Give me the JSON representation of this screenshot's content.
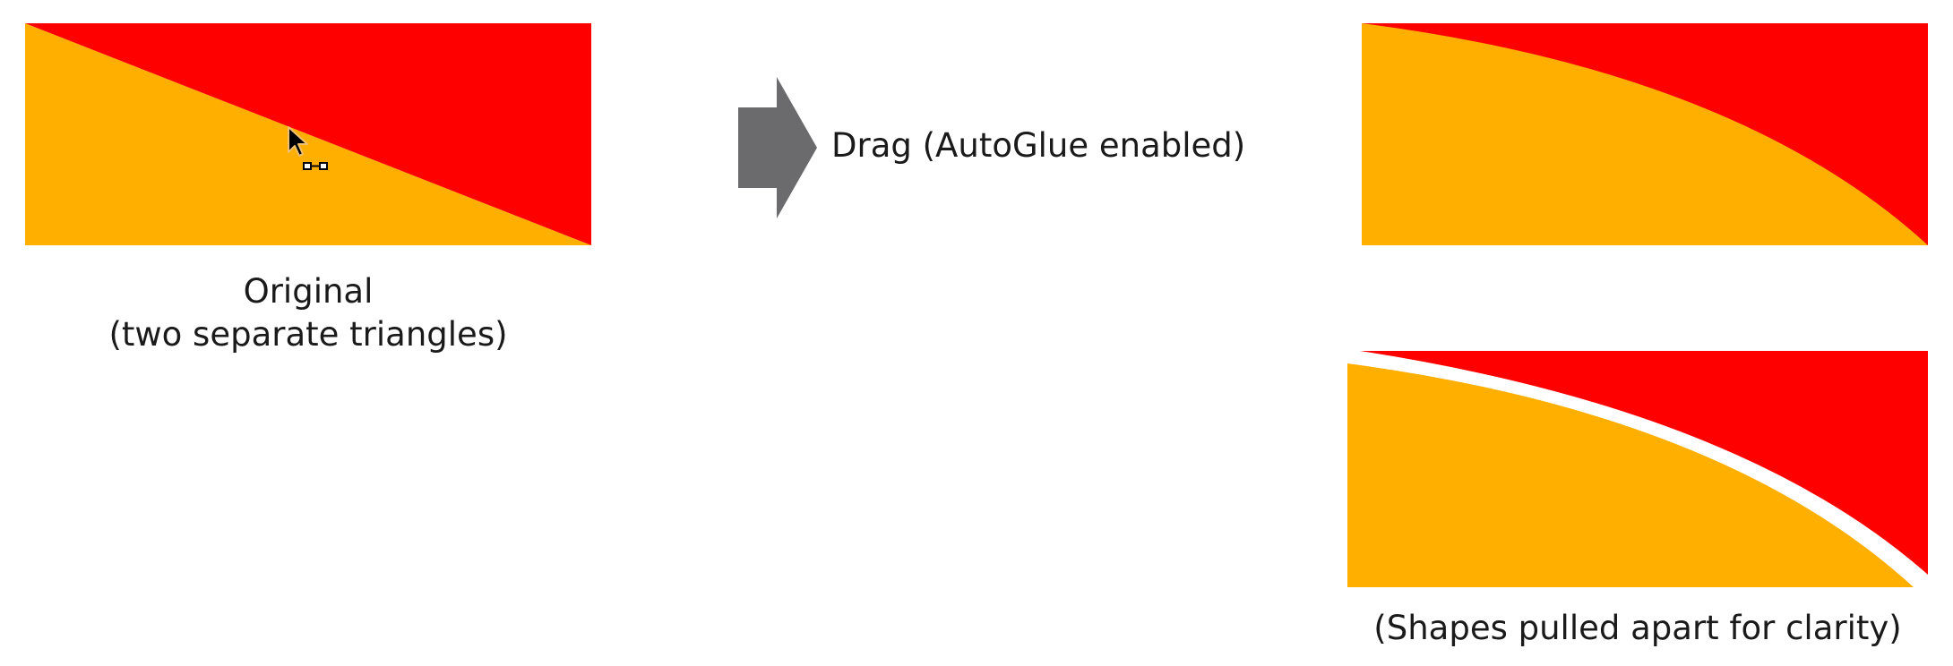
{
  "colors": {
    "red": "#fe0000",
    "orange": "#ffaf00",
    "arrow": "#6b6b6e",
    "background": "#ffffff"
  },
  "original": {
    "caption_line1": "Original",
    "caption_line2": "(two separate triangles)",
    "cursor_icon": "autoglue-drag-cursor-icon"
  },
  "arrow": {
    "icon": "right-arrow-icon",
    "label": "Drag (AutoGlue enabled)"
  },
  "result": {
    "description_icon": "curved-seam-result"
  },
  "pulled_apart": {
    "caption": "(Shapes pulled apart for clarity)"
  }
}
